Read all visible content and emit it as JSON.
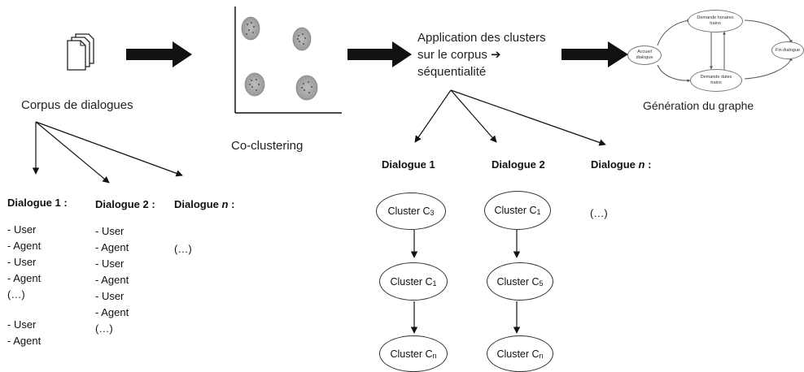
{
  "pipeline": {
    "corpus_label": "Corpus de dialogues",
    "coclustering_label": "Co-clustering",
    "application_label": [
      "Application des clusters",
      "sur le corpus ➔",
      "séquentialité"
    ],
    "graph_label": "Génération du graphe"
  },
  "graph_nodes": {
    "start": "Accueil dialogue",
    "hours": [
      "Demande horaires",
      "trains"
    ],
    "dates": [
      "Demande dates",
      "trains"
    ],
    "end": "Fin dialogue"
  },
  "corpus_dialogues": [
    {
      "title_prefix": "Dialogue 1 :",
      "title_italic": "",
      "title_suffix": "",
      "lines": [
        "- User",
        "- Agent",
        "- User",
        "- Agent",
        "(…)"
      ],
      "lines_after": [
        "- User",
        "- Agent"
      ]
    },
    {
      "title_prefix": "Dialogue 2 :",
      "title_italic": "",
      "title_suffix": "",
      "lines": [
        "- User",
        "- Agent",
        "- User",
        "- Agent",
        "- User",
        "- Agent",
        "(…)"
      ],
      "lines_after": []
    },
    {
      "title_prefix": "Dialogue ",
      "title_italic": "n",
      "title_suffix": " :",
      "lines": [
        "(…)"
      ],
      "lines_after": []
    }
  ],
  "sequence_dialogues": [
    {
      "title_prefix": "Dialogue 1",
      "title_italic": "",
      "title_suffix": "",
      "clusters": [
        {
          "name": "Cluster C",
          "sub": "3"
        },
        {
          "name": "Cluster C",
          "sub": "1"
        },
        {
          "name": "Cluster C",
          "sub": "n"
        }
      ]
    },
    {
      "title_prefix": "Dialogue 2",
      "title_italic": "",
      "title_suffix": "",
      "clusters": [
        {
          "name": "Cluster C",
          "sub": "1"
        },
        {
          "name": "Cluster C",
          "sub": "5"
        },
        {
          "name": "Cluster C",
          "sub": "n"
        }
      ]
    },
    {
      "title_prefix": "Dialogue ",
      "title_italic": "n",
      "title_suffix": " :",
      "clusters": [],
      "placeholder": "(…)"
    }
  ]
}
